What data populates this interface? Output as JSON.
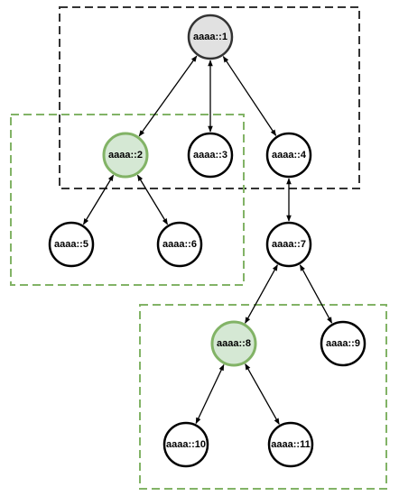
{
  "colors": {
    "root_fill": "#e1e1e1",
    "border_fill": "#d5e8d4",
    "plain_fill": "#ffffff",
    "node_stroke": "#000000",
    "border_stroke": "#82b366",
    "top_box": "#333333",
    "green_box": "#82b366",
    "edge": "#000000"
  },
  "nodes": {
    "n1": {
      "label": "aaaa::1",
      "kind": "root"
    },
    "n2": {
      "label": "aaaa::2",
      "kind": "border-router"
    },
    "n3": {
      "label": "aaaa::3",
      "kind": "plain"
    },
    "n4": {
      "label": "aaaa::4",
      "kind": "plain"
    },
    "n5": {
      "label": "aaaa::5",
      "kind": "plain"
    },
    "n6": {
      "label": "aaaa::6",
      "kind": "plain"
    },
    "n7": {
      "label": "aaaa::7",
      "kind": "plain"
    },
    "n8": {
      "label": "aaaa::8",
      "kind": "border-router"
    },
    "n9": {
      "label": "aaaa::9",
      "kind": "plain"
    },
    "n10": {
      "label": "aaaa::10",
      "kind": "plain"
    },
    "n11": {
      "label": "aaaa::11",
      "kind": "plain"
    }
  },
  "edges": [
    [
      "n1",
      "n2"
    ],
    [
      "n1",
      "n3"
    ],
    [
      "n1",
      "n4"
    ],
    [
      "n2",
      "n5"
    ],
    [
      "n2",
      "n6"
    ],
    [
      "n4",
      "n7"
    ],
    [
      "n7",
      "n8"
    ],
    [
      "n7",
      "n9"
    ],
    [
      "n8",
      "n10"
    ],
    [
      "n8",
      "n11"
    ]
  ]
}
